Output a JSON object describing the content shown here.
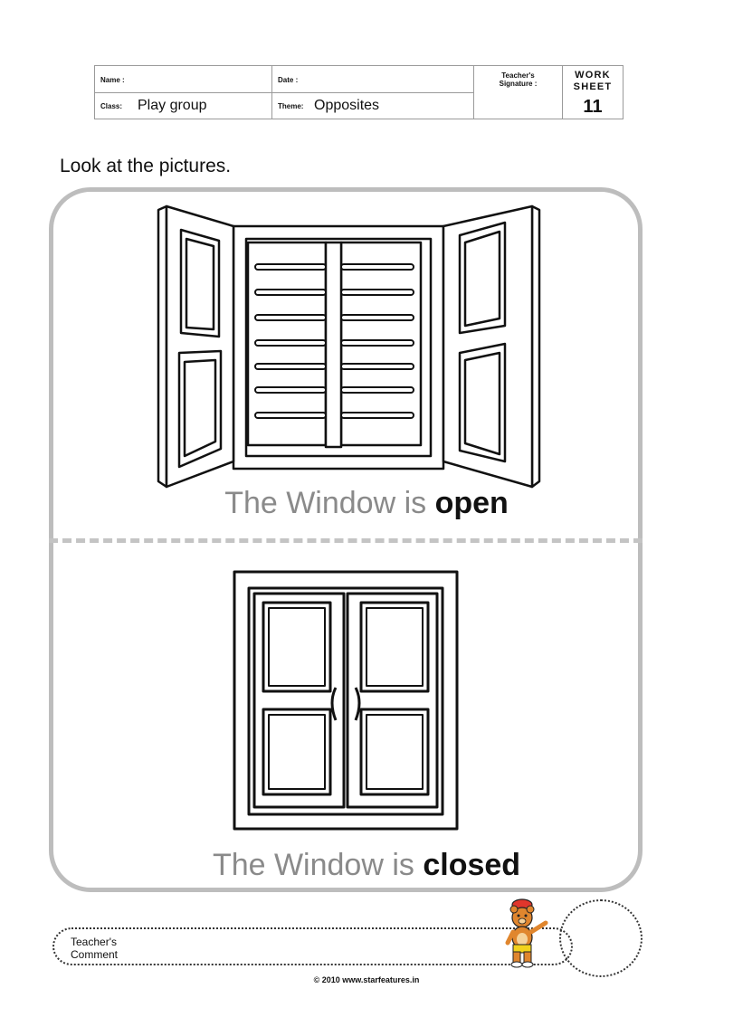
{
  "header": {
    "name_label": "Name :",
    "date_label": "Date :",
    "class_label": "Class:",
    "class_value": "Play group",
    "theme_label": "Theme:",
    "theme_value": "Opposites",
    "signature_line1": "Teacher's",
    "signature_line2": "Signature :",
    "worksheet_line1": "WORK",
    "worksheet_line2": "SHEET",
    "worksheet_number": "11"
  },
  "instruction": "Look at the pictures.",
  "panels": [
    {
      "caption_prefix": "The Window is ",
      "caption_word": "open",
      "image": "open-window-icon"
    },
    {
      "caption_prefix": "The Window is ",
      "caption_word": "closed",
      "image": "closed-window-icon"
    }
  ],
  "comment": {
    "line1": "Teacher's",
    "line2": "Comment"
  },
  "footer": "© 2010  www.starfeatures.in",
  "colors": {
    "caption_gray": "#8a8a8a",
    "panel_border": "#bdbdbd",
    "ink": "#111111"
  }
}
